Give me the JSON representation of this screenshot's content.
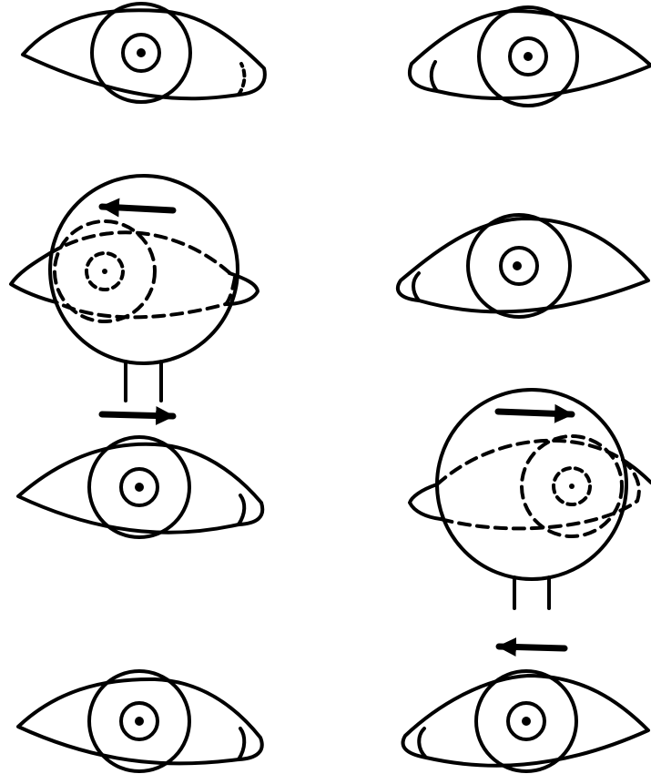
{
  "figure": {
    "description_free": true,
    "stroke_color": "#000000",
    "background_color": "#ffffff"
  },
  "left_column": {
    "panels": [
      {
        "id": "left-eye-1",
        "kind": "eye",
        "canthus_side": "right"
      },
      {
        "id": "left-occluder",
        "kind": "cover-test-occluder",
        "occluded_eye_shift": "left",
        "arrow_top": "left",
        "arrow_bottom": "right"
      },
      {
        "id": "left-eye-3",
        "kind": "eye",
        "canthus_side": "right"
      },
      {
        "id": "left-eye-4",
        "kind": "eye",
        "canthus_side": "right"
      }
    ]
  },
  "right_column": {
    "panels": [
      {
        "id": "right-eye-1",
        "kind": "eye",
        "canthus_side": "left"
      },
      {
        "id": "right-eye-2",
        "kind": "eye",
        "canthus_side": "left"
      },
      {
        "id": "right-occluder",
        "kind": "cover-test-occluder",
        "occluded_eye_shift": "right",
        "arrow_top": "right",
        "arrow_bottom": "left"
      },
      {
        "id": "right-eye-4",
        "kind": "eye",
        "canthus_side": "left"
      }
    ]
  }
}
